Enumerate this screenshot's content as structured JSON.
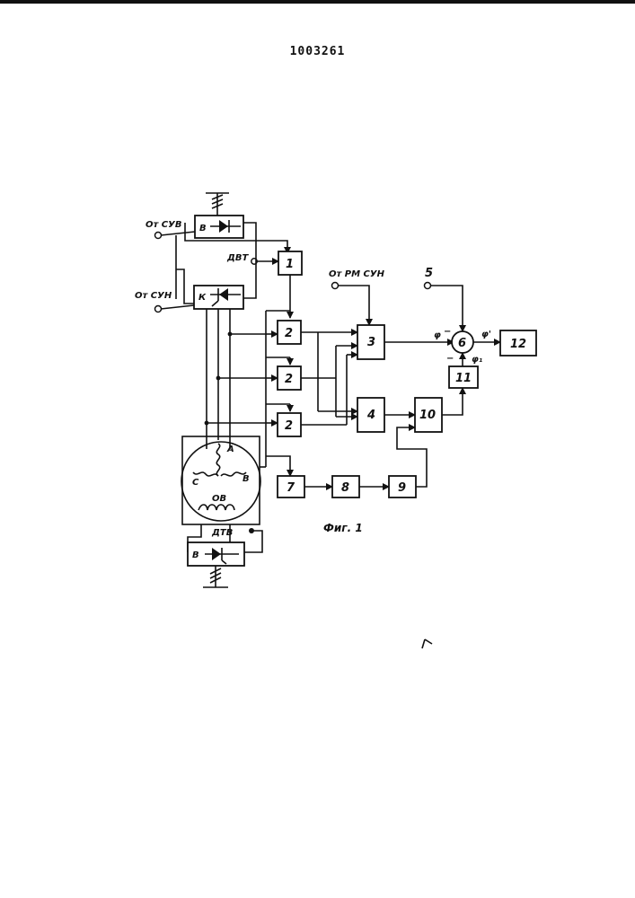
{
  "document": {
    "patent_number": "1003261",
    "figure_caption": "Фиг. 1"
  },
  "inputs": {
    "from_suv": "От СУВ",
    "from_sun": "От СУН",
    "from_rm_sun": "От РМ СУН",
    "input_5": "5"
  },
  "sensors": {
    "dvt": "ДВТ",
    "dtv": "ДТВ"
  },
  "blocks": {
    "b1": "1",
    "b2a": "2",
    "b2b": "2",
    "b2c": "2",
    "b3": "3",
    "b4": "4",
    "b6": "6",
    "b7": "7",
    "b8": "8",
    "b9": "9",
    "b10": "10",
    "b11": "11",
    "b12": "12"
  },
  "rectifiers": {
    "upper": "В",
    "thyristor": "К",
    "lower": "В"
  },
  "motor": {
    "phase_a": "A",
    "phase_b": "В",
    "phase_c": "С",
    "field_winding": "ОВ"
  },
  "signals": {
    "phi": "φ",
    "phi_prime": "φ'",
    "phi1": "φ₁",
    "minus_top": "−",
    "minus_bottom": "−"
  }
}
